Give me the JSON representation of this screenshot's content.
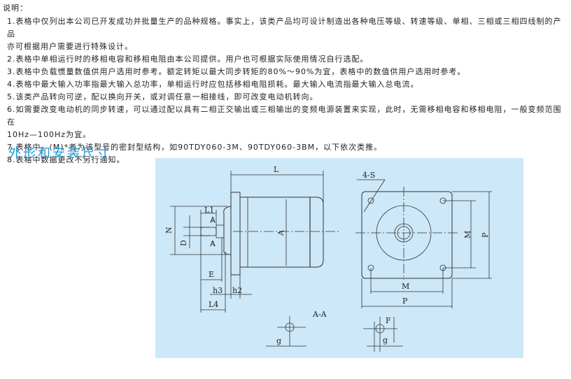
{
  "notes": {
    "title": "说明：",
    "lines": [
      "1.表格中仅列出本公司已开发成功并批量生产的品种规格。事实上，该类产品均可设计制造出各种电压等级、转速等级、单相、三相或三相四线制的产品",
      "亦可根据用户需要进行特殊设计。",
      "2.表格中单相运行时的移相电容和移相电阻由本公司提供。用户也可根据实际使用情况自行选配。",
      "3.表格中负载惯量数值供用户选用时参考。额定转矩以最大同步转矩的80%～90%为宜，表格中的数值供用户选用时参考。",
      "4.表格中最大输入功率指最大输入总功率，单相运行时应包括移相电阻损耗。最大输入电流指最大输入总电流。",
      "5.该类产品转向可逆，配以换向开关，或对调任意一相接线，即可改变电动机转向。",
      "6.如需要改变电动机的同步转速，可以通过配以具有二相正交输出或三相输出的变频电源装置来实现，此时，无需移相电容和移相电阻，一般变频范围在",
      "10Hz—100Hz为宜。",
      "7.表格中，(M)*者为该型号的密封型结构，如90TDY060-3M、90TDY060-3BM，以下依次类推。",
      "8.表格中数据更改不另行通知。"
    ]
  },
  "section_heading": "外形和安装尺寸",
  "drawing": {
    "labels": {
      "L": "L",
      "L1": "L1",
      "A_sec_top": "A",
      "A_sec_bottom": "A",
      "N": "N",
      "D": "D",
      "A": "A",
      "E": "E",
      "h3": "h3",
      "h2": "h2",
      "L4": "L4",
      "section": "A-A",
      "g_left": "g",
      "four_s": "4-S",
      "M_vert": "M",
      "P_vert": "P",
      "M_horiz": "M",
      "P_horiz": "P",
      "F": "F",
      "g_right": "g"
    }
  },
  "colors": {
    "heading": "#1a9ad6",
    "panel": "#cde8f8"
  }
}
